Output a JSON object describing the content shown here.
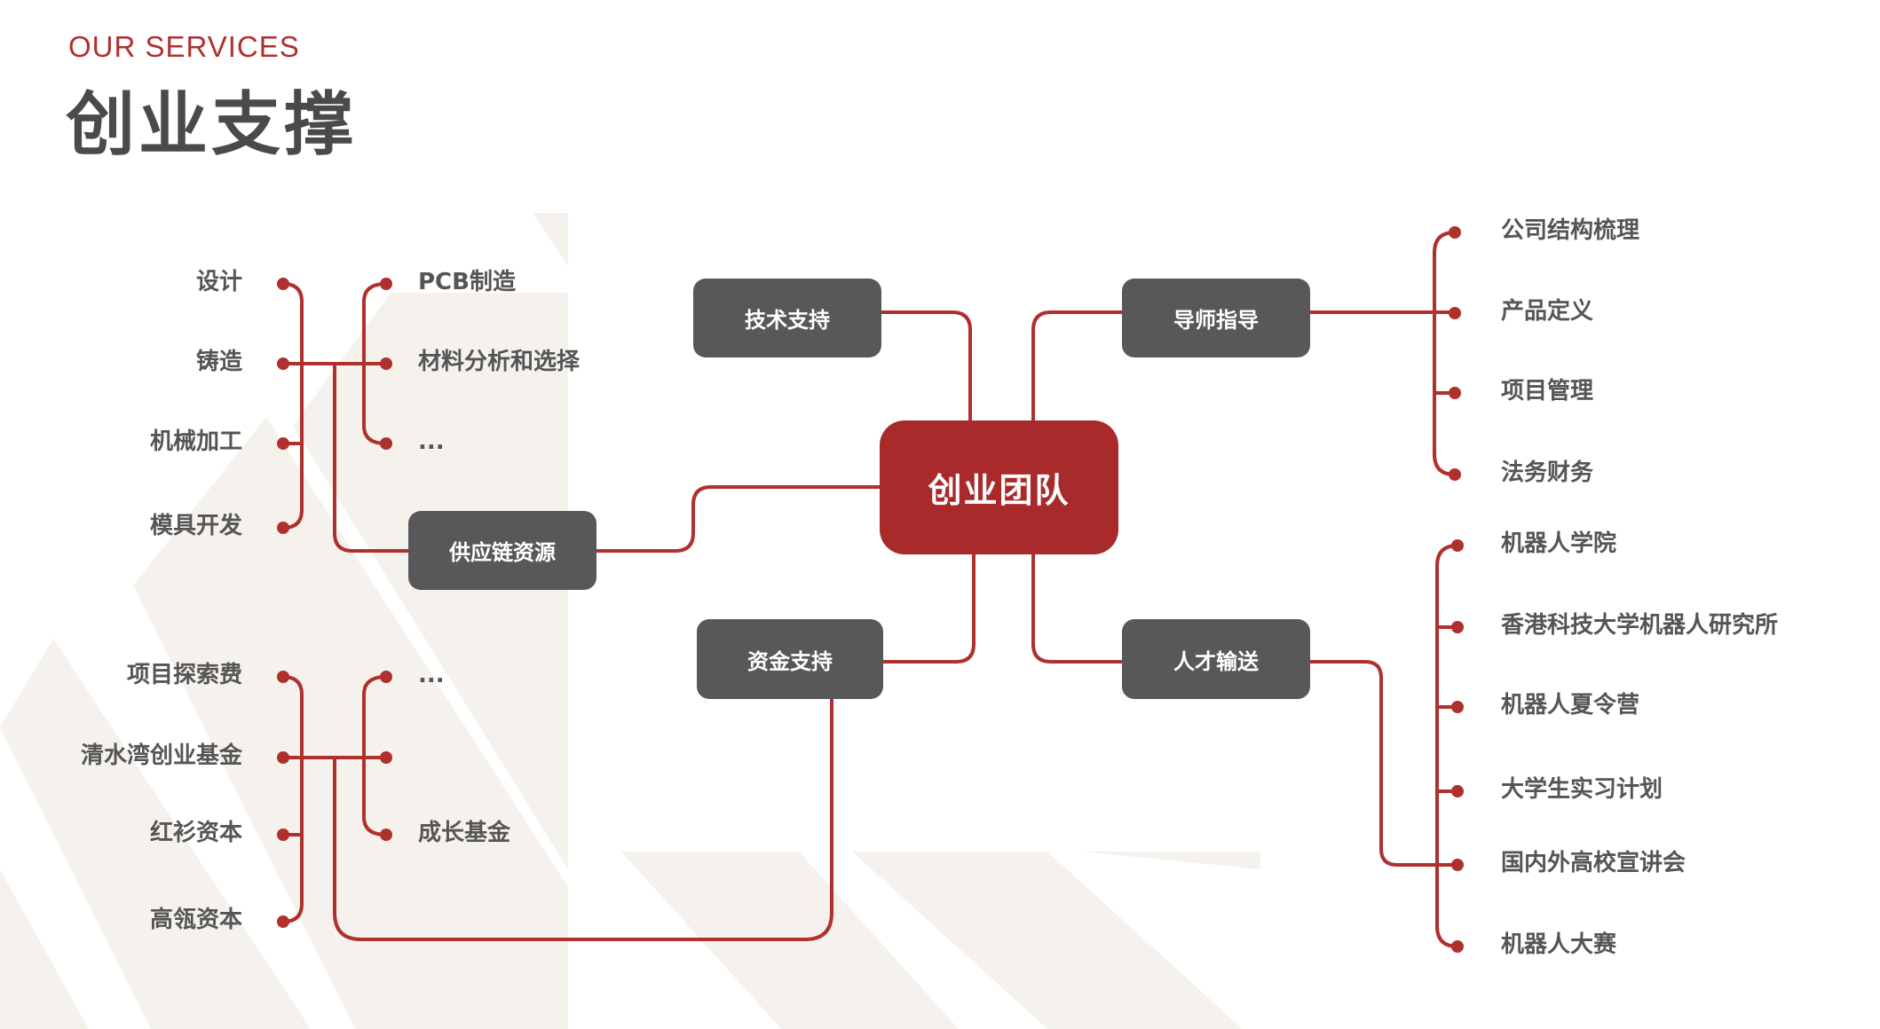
{
  "header": {
    "eyebrow": "OUR SERVICES",
    "title": "创业支撑"
  },
  "colors": {
    "accent": "#b0302e",
    "node": "#58575a",
    "center": "#a82a2a",
    "text": "#555555",
    "stripe": "#f5f2ed"
  },
  "center": {
    "label": "创业团队"
  },
  "nodes": {
    "tech": "技术支持",
    "mentor": "导师指导",
    "supply": "供应链资源",
    "funding": "资金支持",
    "talent": "人才输送"
  },
  "supply": {
    "left": [
      "设计",
      "铸造",
      "机械加工",
      "模具开发"
    ],
    "right": [
      "PCB制造",
      "材料分析和选择",
      "..."
    ]
  },
  "funding": {
    "left": [
      "项目探索费",
      "清水湾创业基金",
      "红衫资本",
      "高瓴资本"
    ],
    "right": [
      "...",
      "",
      "成长基金"
    ]
  },
  "mentor": {
    "items": [
      "公司结构梳理",
      "产品定义",
      "项目管理",
      "法务财务"
    ]
  },
  "talent": {
    "items": [
      "机器人学院",
      "香港科技大学机器人研究所",
      "机器人夏令营",
      "大学生实习计划",
      "国内外高校宣讲会",
      "机器人大赛"
    ]
  }
}
